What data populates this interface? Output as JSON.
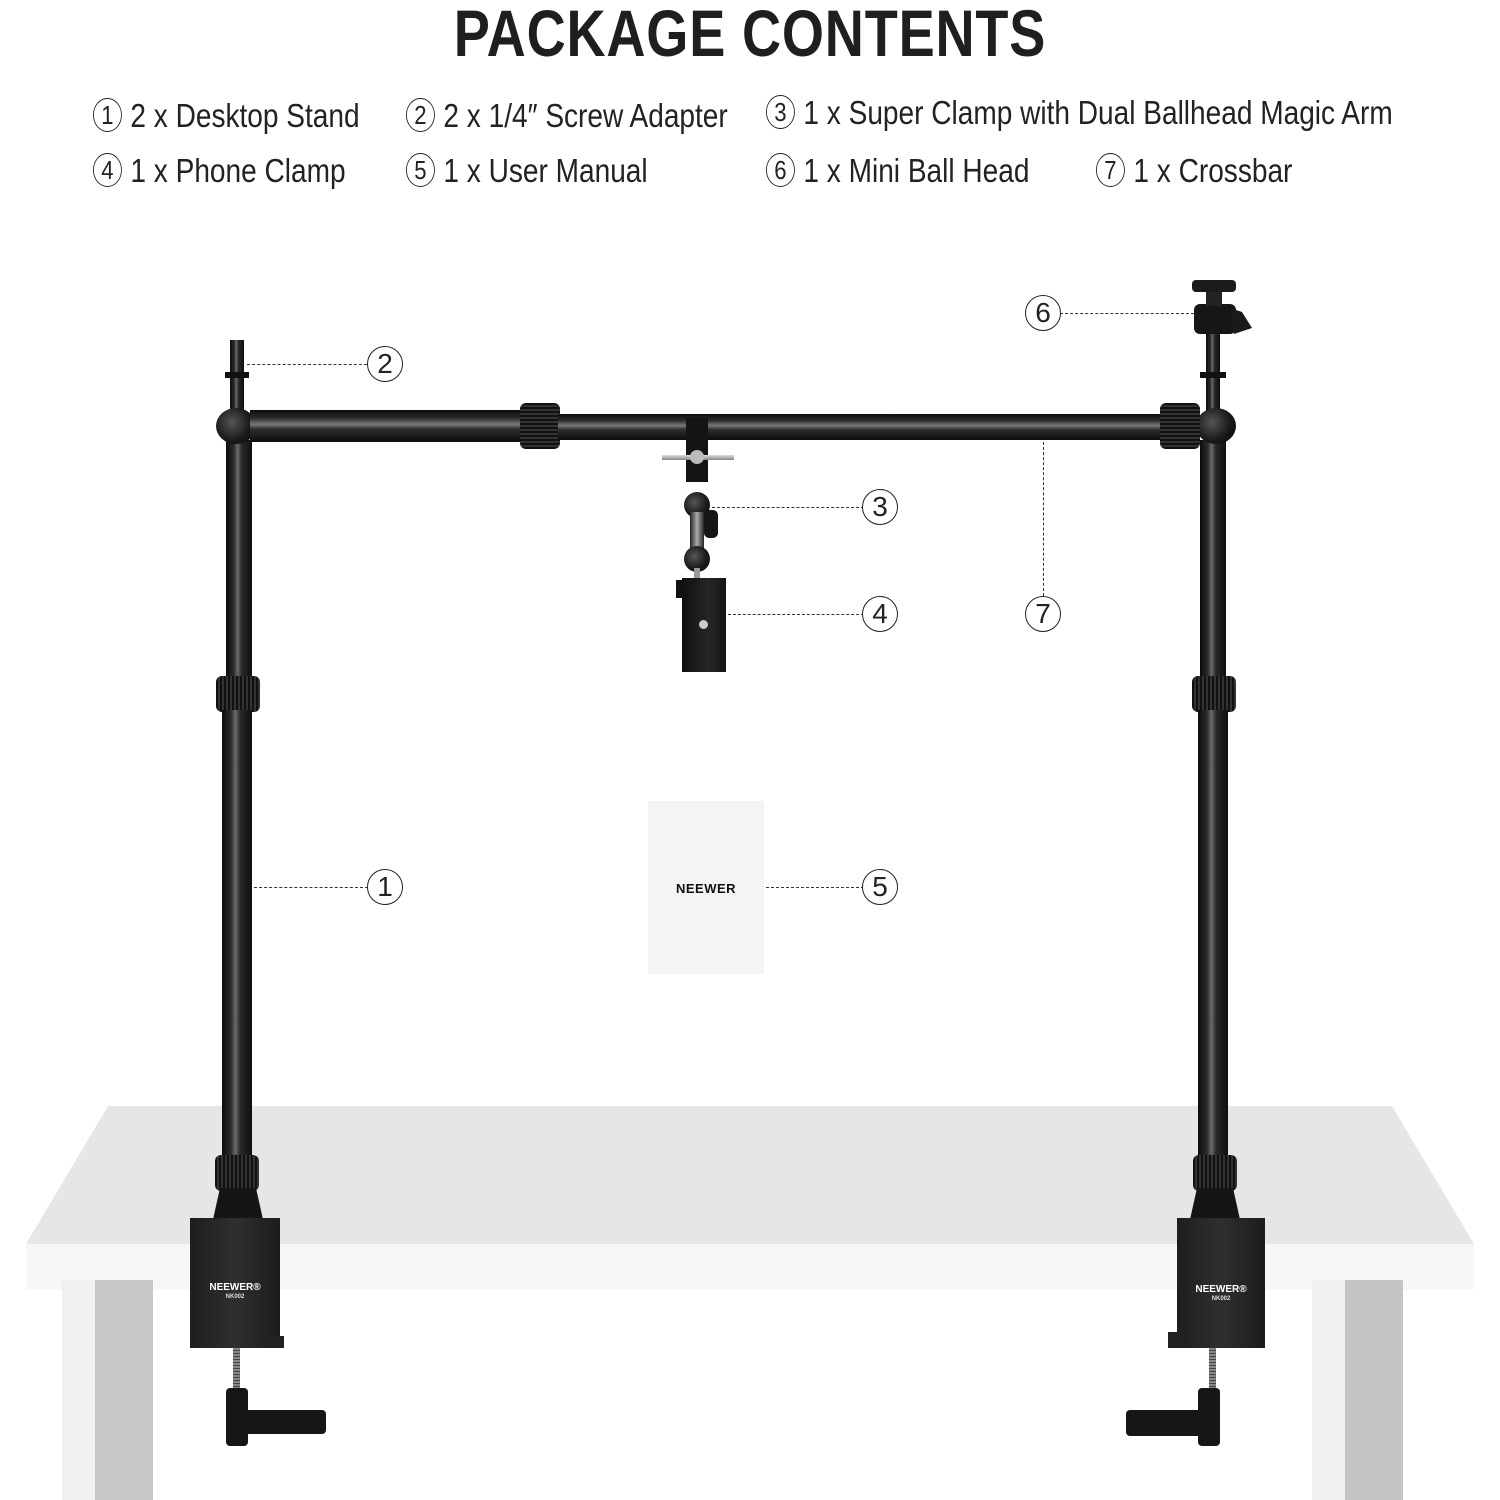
{
  "header": {
    "title": "PACKAGE CONTENTS"
  },
  "legend": [
    {
      "num": "1",
      "label": "2 x Desktop Stand"
    },
    {
      "num": "2",
      "label": "2 x 1/4″ Screw Adapter"
    },
    {
      "num": "3",
      "label": "1 x Super Clamp with Dual Ballhead Magic Arm"
    },
    {
      "num": "4",
      "label": "1 x Phone Clamp"
    },
    {
      "num": "5",
      "label": "1 x User Manual"
    },
    {
      "num": "6",
      "label": "1 x Mini Ball Head"
    },
    {
      "num": "7",
      "label": "1 x Crossbar"
    }
  ],
  "callouts": {
    "c1": "1",
    "c2": "2",
    "c3": "3",
    "c4": "4",
    "c5": "5",
    "c6": "6",
    "c7": "7"
  },
  "manual": {
    "brand": "NEEWER"
  },
  "clamps": {
    "brand": "NEEWER®",
    "model": "NK002"
  },
  "colors": {
    "background": "#ffffff",
    "table_top": "#e6e6e6",
    "table_front": "#f7f7f7",
    "metal": "#111111",
    "text": "#1f1f1f"
  }
}
